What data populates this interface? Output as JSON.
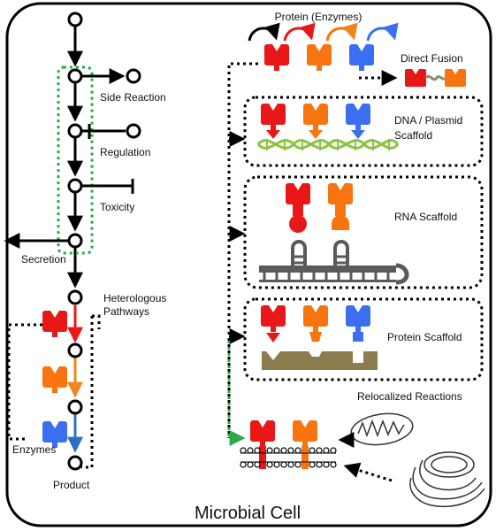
{
  "cell_title": "Microbial Cell",
  "pathway": {
    "side_reaction": "Side Reaction",
    "regulation": "Regulation",
    "toxicity": "Toxicity",
    "secretion": "Secretion",
    "heterologous_line1": "Heterologous",
    "heterologous_line2": "Pathways",
    "enzymes": "Enzymes",
    "product": "Product"
  },
  "strategies": {
    "protein_enzymes": "Protein (Enzymes)",
    "direct_fusion": "Direct Fusion",
    "dna_scaffold_line1": "DNA / Plasmid",
    "dna_scaffold_line2": "Scaffold",
    "rna_scaffold": "RNA Scaffold",
    "protein_scaffold": "Protein Scaffold",
    "relocalized_reactions": "Relocalized Reactions"
  },
  "colors": {
    "enzyme_red": "#e81818",
    "enzyme_orange": "#f7740f",
    "enzyme_blue": "#3a6ff2",
    "green_highlight": "#2aa84a",
    "dna_green": "#8bc43f",
    "rna_gray": "#5a5a5a",
    "protein_scaffold": "#8c7d4f",
    "heterologous_red": "#e81818",
    "heterologous_orange": "#f0851a",
    "heterologous_blue": "#2d6fc0"
  }
}
